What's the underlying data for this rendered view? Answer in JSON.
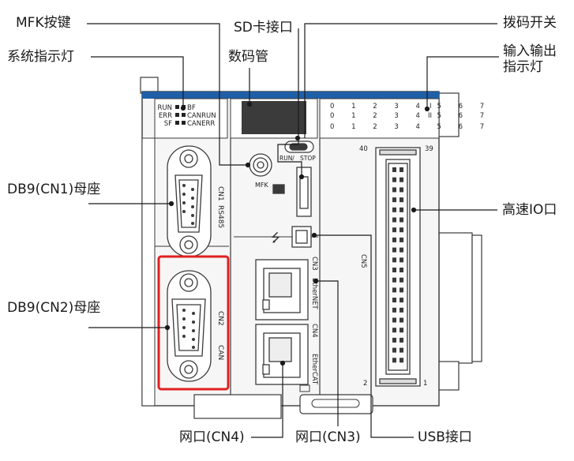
{
  "callouts": {
    "mfk": "MFK按键",
    "sd": "SD卡接口",
    "dip": "拨码开关",
    "sys_led": "系统指示灯",
    "digit": "数码管",
    "io_led": "输入输出指示灯",
    "db9_cn1": "DB9(CN1)母座",
    "hsio": "高速IO口",
    "db9_cn2": "DB9(CN2)母座",
    "net_cn4": "网口(CN4)",
    "net_cn3": "网口(CN3)",
    "usb": "USB接口"
  },
  "device": {
    "leds_left": [
      "RUN",
      "ERR",
      "SF"
    ],
    "leds_right": [
      "BF",
      "CANRUN",
      "CANERR"
    ],
    "io_rows": [
      "0 1 2 3 4 5 6 7",
      "0 1 2 3 4 5 6 7",
      "0 1 2 3 4 5 6 7"
    ],
    "io_row_marks": [
      "I",
      "II"
    ],
    "mfk_label": "MFK",
    "run_label": "RUN/",
    "stop_label": "STOP",
    "cn1_label": "CN1",
    "rs485_label": "RS485",
    "cn2_label": "CN2",
    "can_label": "CAN",
    "cn3_label": "CN3",
    "ethernet_label": "EtherNET",
    "cn4_label": "CN4",
    "ethercat_label": "EtherCAT",
    "cn5_label": "CN5",
    "io_pin_top_left": "40",
    "io_pin_top_right": "39",
    "io_pin_bottom_left": "2",
    "io_pin_bottom_right": "1"
  },
  "colors": {
    "blue_strip": "#1f5fa8",
    "highlight": "#e02020",
    "body": "#f4f4f4",
    "outline": "#3a3a3a"
  }
}
